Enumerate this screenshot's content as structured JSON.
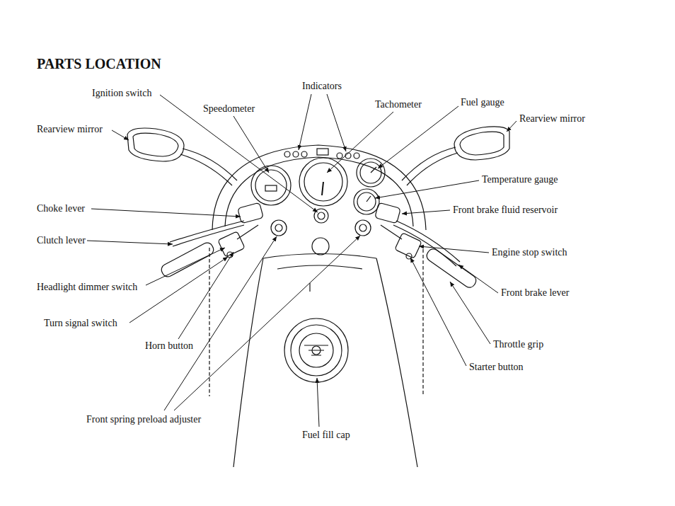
{
  "diagram": {
    "title": "PARTS LOCATION",
    "labels": [
      "Ignition switch",
      "Indicators",
      "Speedometer",
      "Tachometer",
      "Fuel gauge",
      "Rearview mirror",
      "Rearview mirror",
      "Temperature gauge",
      "Choke lever",
      "Front brake fluid reservoir",
      "Clutch lever",
      "Engine stop switch",
      "Headlight dimmer switch",
      "Front brake lever",
      "Turn signal switch",
      "Throttle grip",
      "Horn button",
      "Starter button",
      "Front spring preload adjuster",
      "Fuel fill cap"
    ]
  }
}
